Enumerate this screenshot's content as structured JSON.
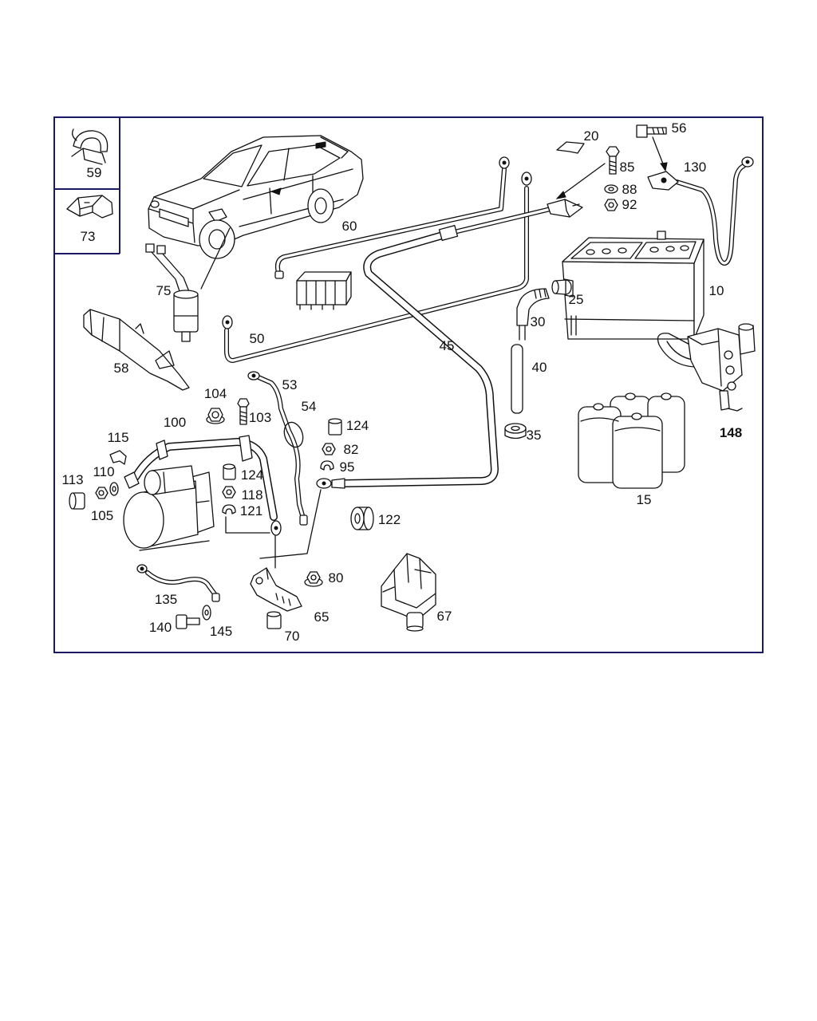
{
  "diagram": {
    "callouts": [
      "59",
      "73",
      "20",
      "56",
      "85",
      "130",
      "88",
      "92",
      "60",
      "10",
      "75",
      "25",
      "30",
      "50",
      "45",
      "58",
      "40",
      "53",
      "104",
      "54",
      "103",
      "124",
      "100",
      "148",
      "35",
      "115",
      "82",
      "110",
      "95",
      "113",
      "124",
      "118",
      "15",
      "121",
      "105",
      "122",
      "80",
      "135",
      "65",
      "67",
      "140",
      "145",
      "70"
    ]
  },
  "colors": {
    "frame": "#1a1a66",
    "line": "#111111",
    "background": "#ffffff"
  }
}
